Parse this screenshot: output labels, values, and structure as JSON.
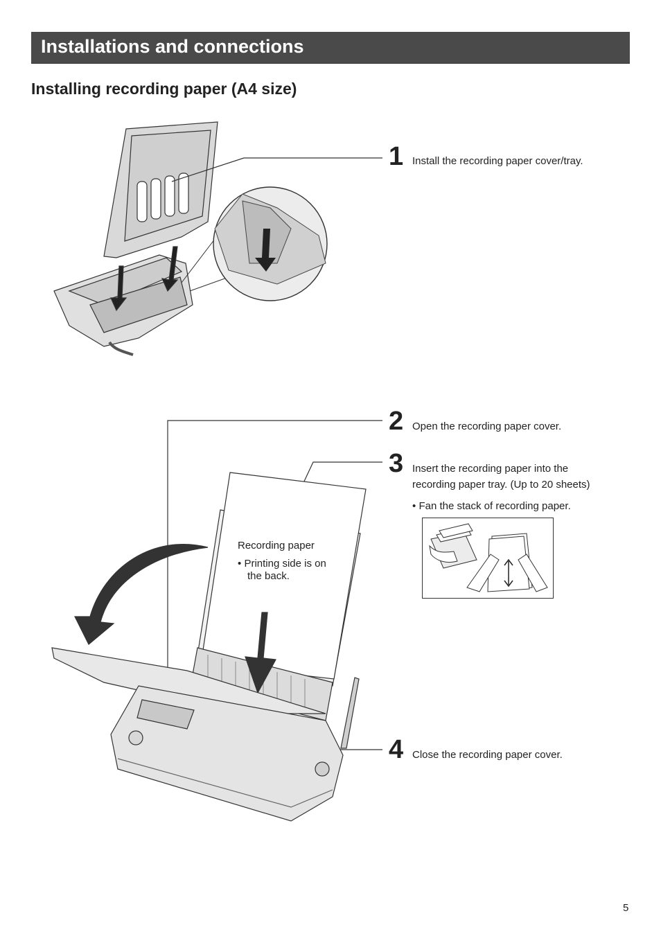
{
  "header": {
    "title": "Installations and connections"
  },
  "section": {
    "title": "Installing recording paper (A4 size)"
  },
  "steps": [
    {
      "number": "1",
      "text": "Install the recording paper cover/tray."
    },
    {
      "number": "2",
      "text": "Open the recording paper cover."
    },
    {
      "number": "3",
      "text_line1": "Insert the recording paper into the",
      "text_line2": "recording paper tray. (Up to 20 sheets)",
      "bullet": "Fan the stack of recording paper."
    },
    {
      "number": "4",
      "text": "Close the recording paper cover."
    }
  ],
  "callout": {
    "title": "Recording paper",
    "bullet_line1": "Printing side is on",
    "bullet_line2": "the back."
  },
  "footer": {
    "page_number": "5"
  }
}
